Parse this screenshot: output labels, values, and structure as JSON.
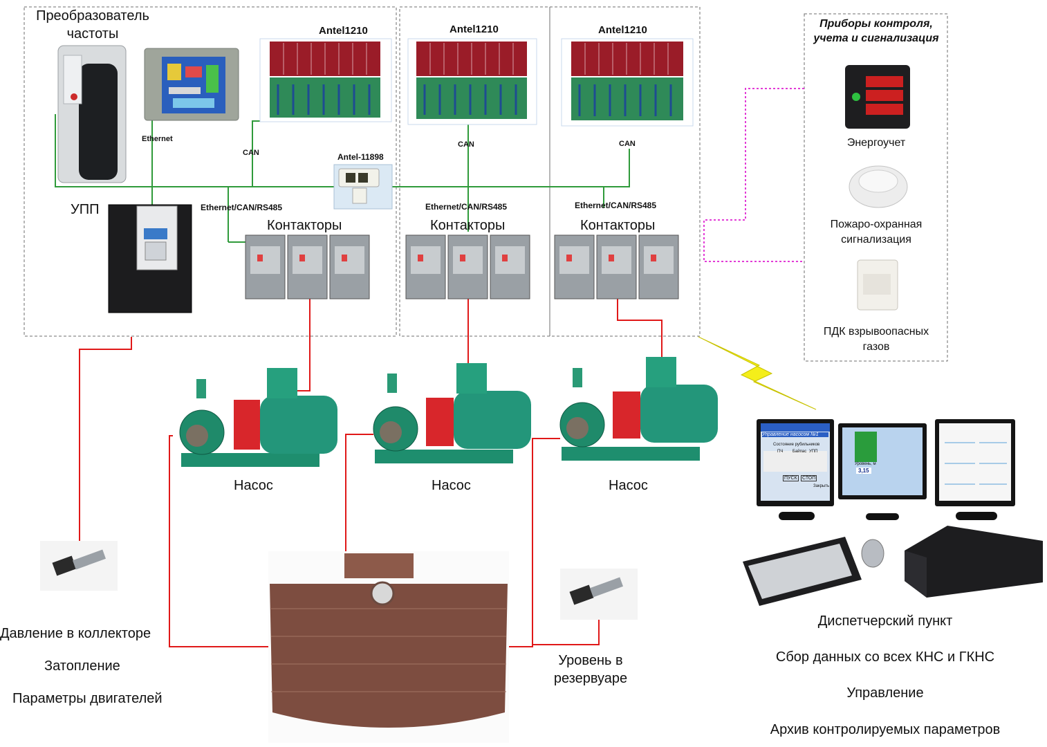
{
  "colors": {
    "green": "#2f9a3a",
    "red": "#e01818",
    "magenta": "#e23ad6",
    "yellow": "#f4ee1a",
    "dash": "#6c6c6c"
  },
  "top": {
    "freq_converter": "Преобразователь\nчастоты",
    "upp": "УПП",
    "ethernet": "Ethernet",
    "can": "CAN",
    "antel1210": "Antel1210",
    "antel11898": "Antel-11898",
    "bus": "Ethernet/CAN/RS485",
    "contactors": "Контакторы"
  },
  "instruments": {
    "title": "Приборы контроля, учета и сигнализация",
    "energy": "Энергоучет",
    "fire": "Пожаро-охранная\nсигнализация",
    "gas": "ПДК взрывоопасных\nгазов"
  },
  "pumps": {
    "label": "Насос"
  },
  "bottom_left": {
    "pressure": "Давление в коллекторе",
    "flooding": "Затопление",
    "motor_params": "Параметры двигателей"
  },
  "tank_level": "Уровень в\nрезервуаре",
  "dispatch": {
    "title": "Диспетчерский пункт",
    "line1": "Сбор данных со всех КНС и ГКНС",
    "line2": "Управление",
    "line3": "Архив контролируемых параметров"
  },
  "screen": {
    "title": "Управление насосом №1",
    "state": "Состояние рубильников",
    "col1": "ПЧ",
    "col2": "Байпас",
    "col3": "УПП",
    "start": "ПУСК",
    "stop": "СТОП",
    "close": "Закрыть",
    "level_label": "Уровень, м",
    "level_value": "3,15"
  }
}
